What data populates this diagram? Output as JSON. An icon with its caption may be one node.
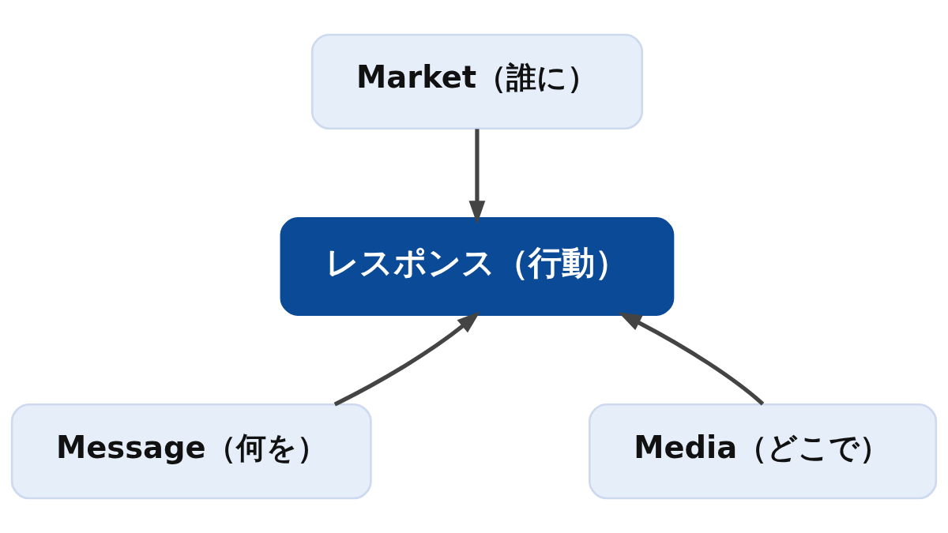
{
  "diagram": {
    "nodes": [
      {
        "text": [
          "Market（誰に）"
        ]
      },
      {
        "text": [
          "レスポンス（行動）"
        ]
      },
      {
        "text": [
          "Message（何を）"
        ]
      },
      {
        "text": [
          "Media（どこで）"
        ]
      }
    ],
    "edges": [
      {
        "from": 0,
        "to": 1,
        "arrow": "to"
      },
      {
        "from": 2,
        "to": 1,
        "arrow": "to"
      },
      {
        "from": 3,
        "to": 1,
        "arrow": "to"
      }
    ]
  }
}
